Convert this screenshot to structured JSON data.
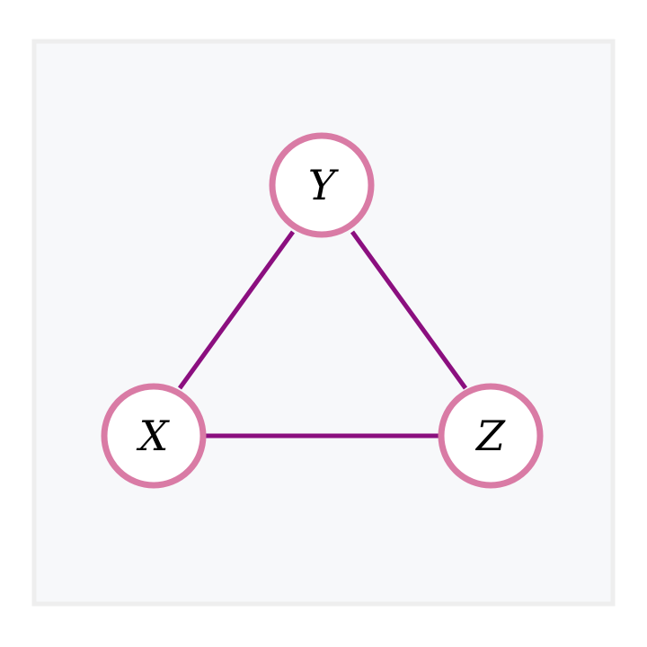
{
  "diagram": {
    "colors": {
      "panel_fill": "#f7f8fa",
      "panel_border": "#eeeeee",
      "node_fill": "#ffffff",
      "node_stroke": "#d97ba5",
      "edge_stroke": "#8b0f7f",
      "label": "#000000"
    },
    "nodes": [
      {
        "id": "Y",
        "label": "Y"
      },
      {
        "id": "X",
        "label": "X"
      },
      {
        "id": "Z",
        "label": "Z"
      }
    ],
    "edges": [
      {
        "from": "X",
        "to": "Y"
      },
      {
        "from": "Y",
        "to": "Z"
      },
      {
        "from": "X",
        "to": "Z"
      }
    ]
  }
}
